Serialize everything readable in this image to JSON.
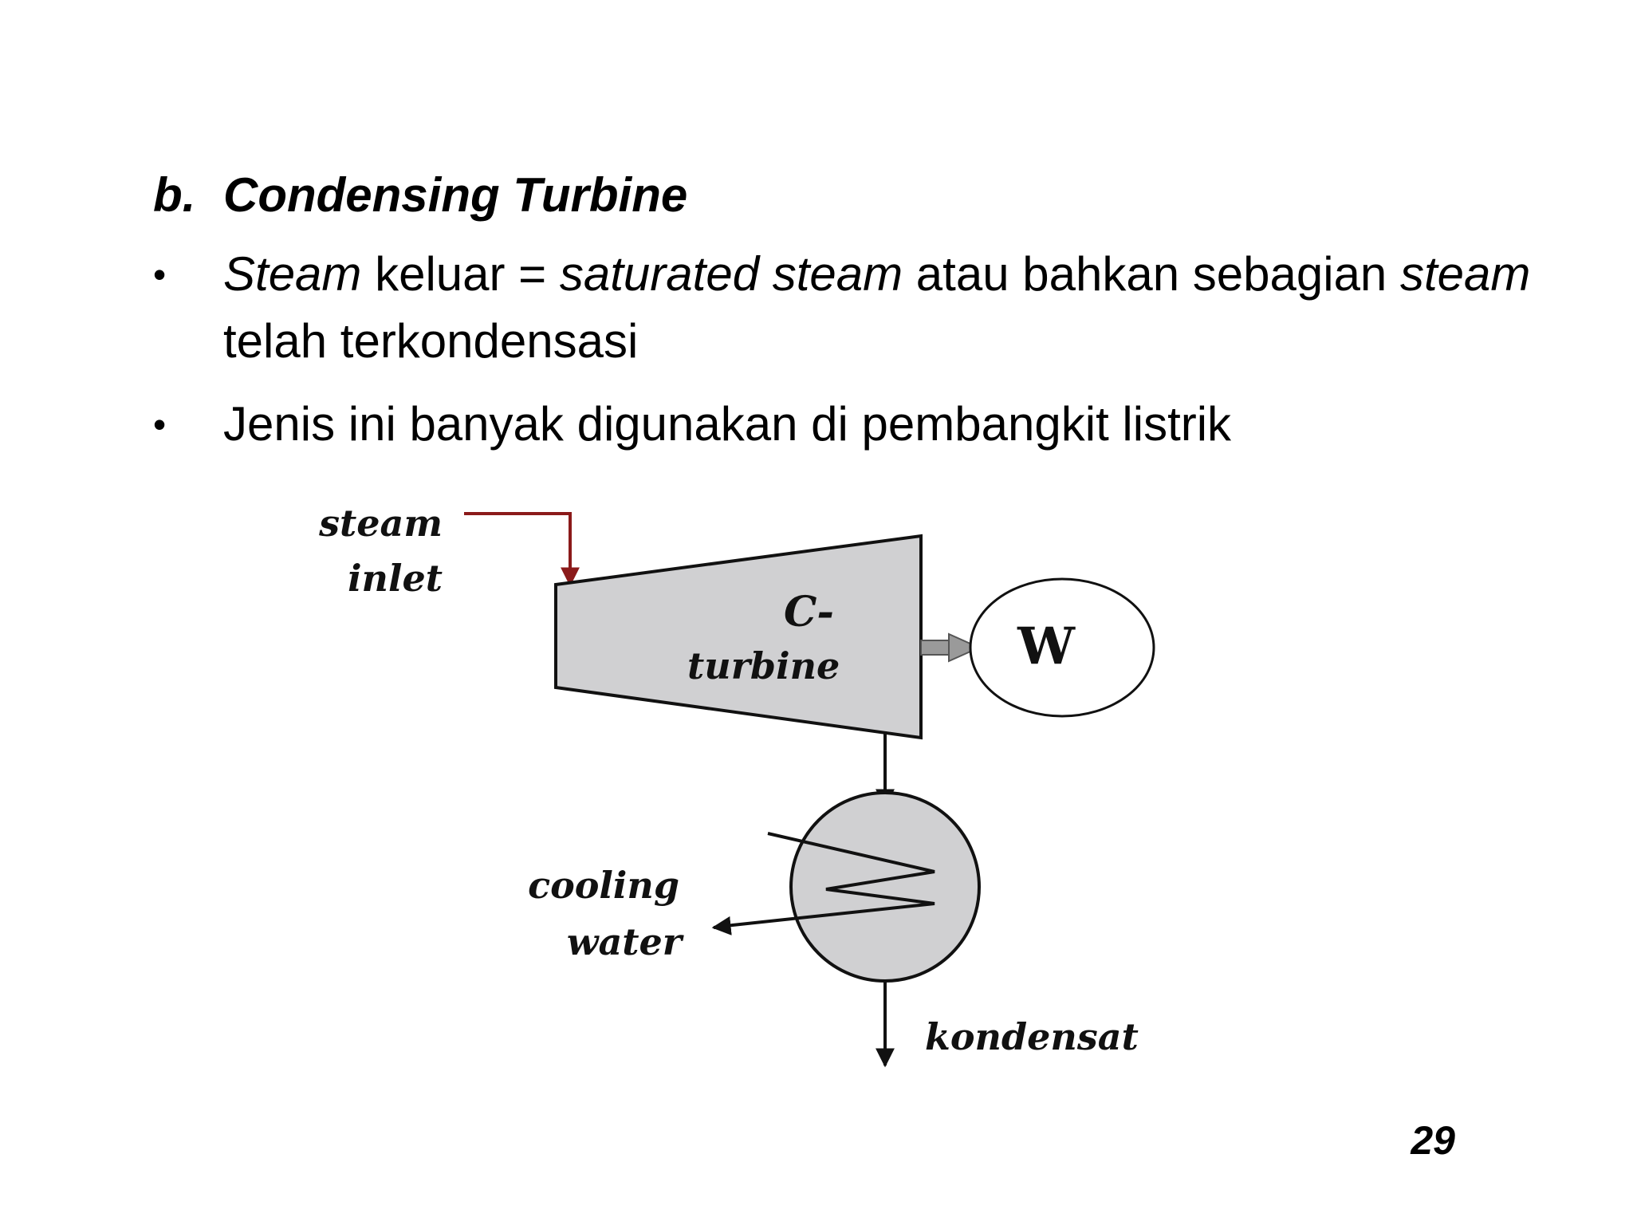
{
  "slide": {
    "heading_marker": "b.",
    "heading": "Condensing Turbine",
    "bullets": [
      {
        "symbol": "•",
        "parts": [
          {
            "text": "Steam",
            "italic": true
          },
          {
            "text": " keluar = ",
            "italic": false
          },
          {
            "text": "saturated steam",
            "italic": true
          },
          {
            "text": " atau bahkan sebagian ",
            "italic": false
          },
          {
            "text": "steam",
            "italic": true
          },
          {
            "text": " telah terkondensasi",
            "italic": false
          }
        ]
      },
      {
        "symbol": "•",
        "parts": [
          {
            "text": "Jenis ini banyak digunakan di pembangkit listrik",
            "italic": false
          }
        ]
      }
    ],
    "page_number": "29"
  },
  "diagram": {
    "steam_inlet_line1": "steam",
    "steam_inlet_line2": "inlet",
    "turbine_line1": "C-",
    "turbine_line2": "turbine",
    "work_label": "W",
    "cooling_line1": "cooling",
    "cooling_line2": "water",
    "condensate_label": "kondensat",
    "colors": {
      "steam_line": "#8b1a1a",
      "equipment_fill": "#d0d0d2",
      "outline": "#111111"
    }
  }
}
